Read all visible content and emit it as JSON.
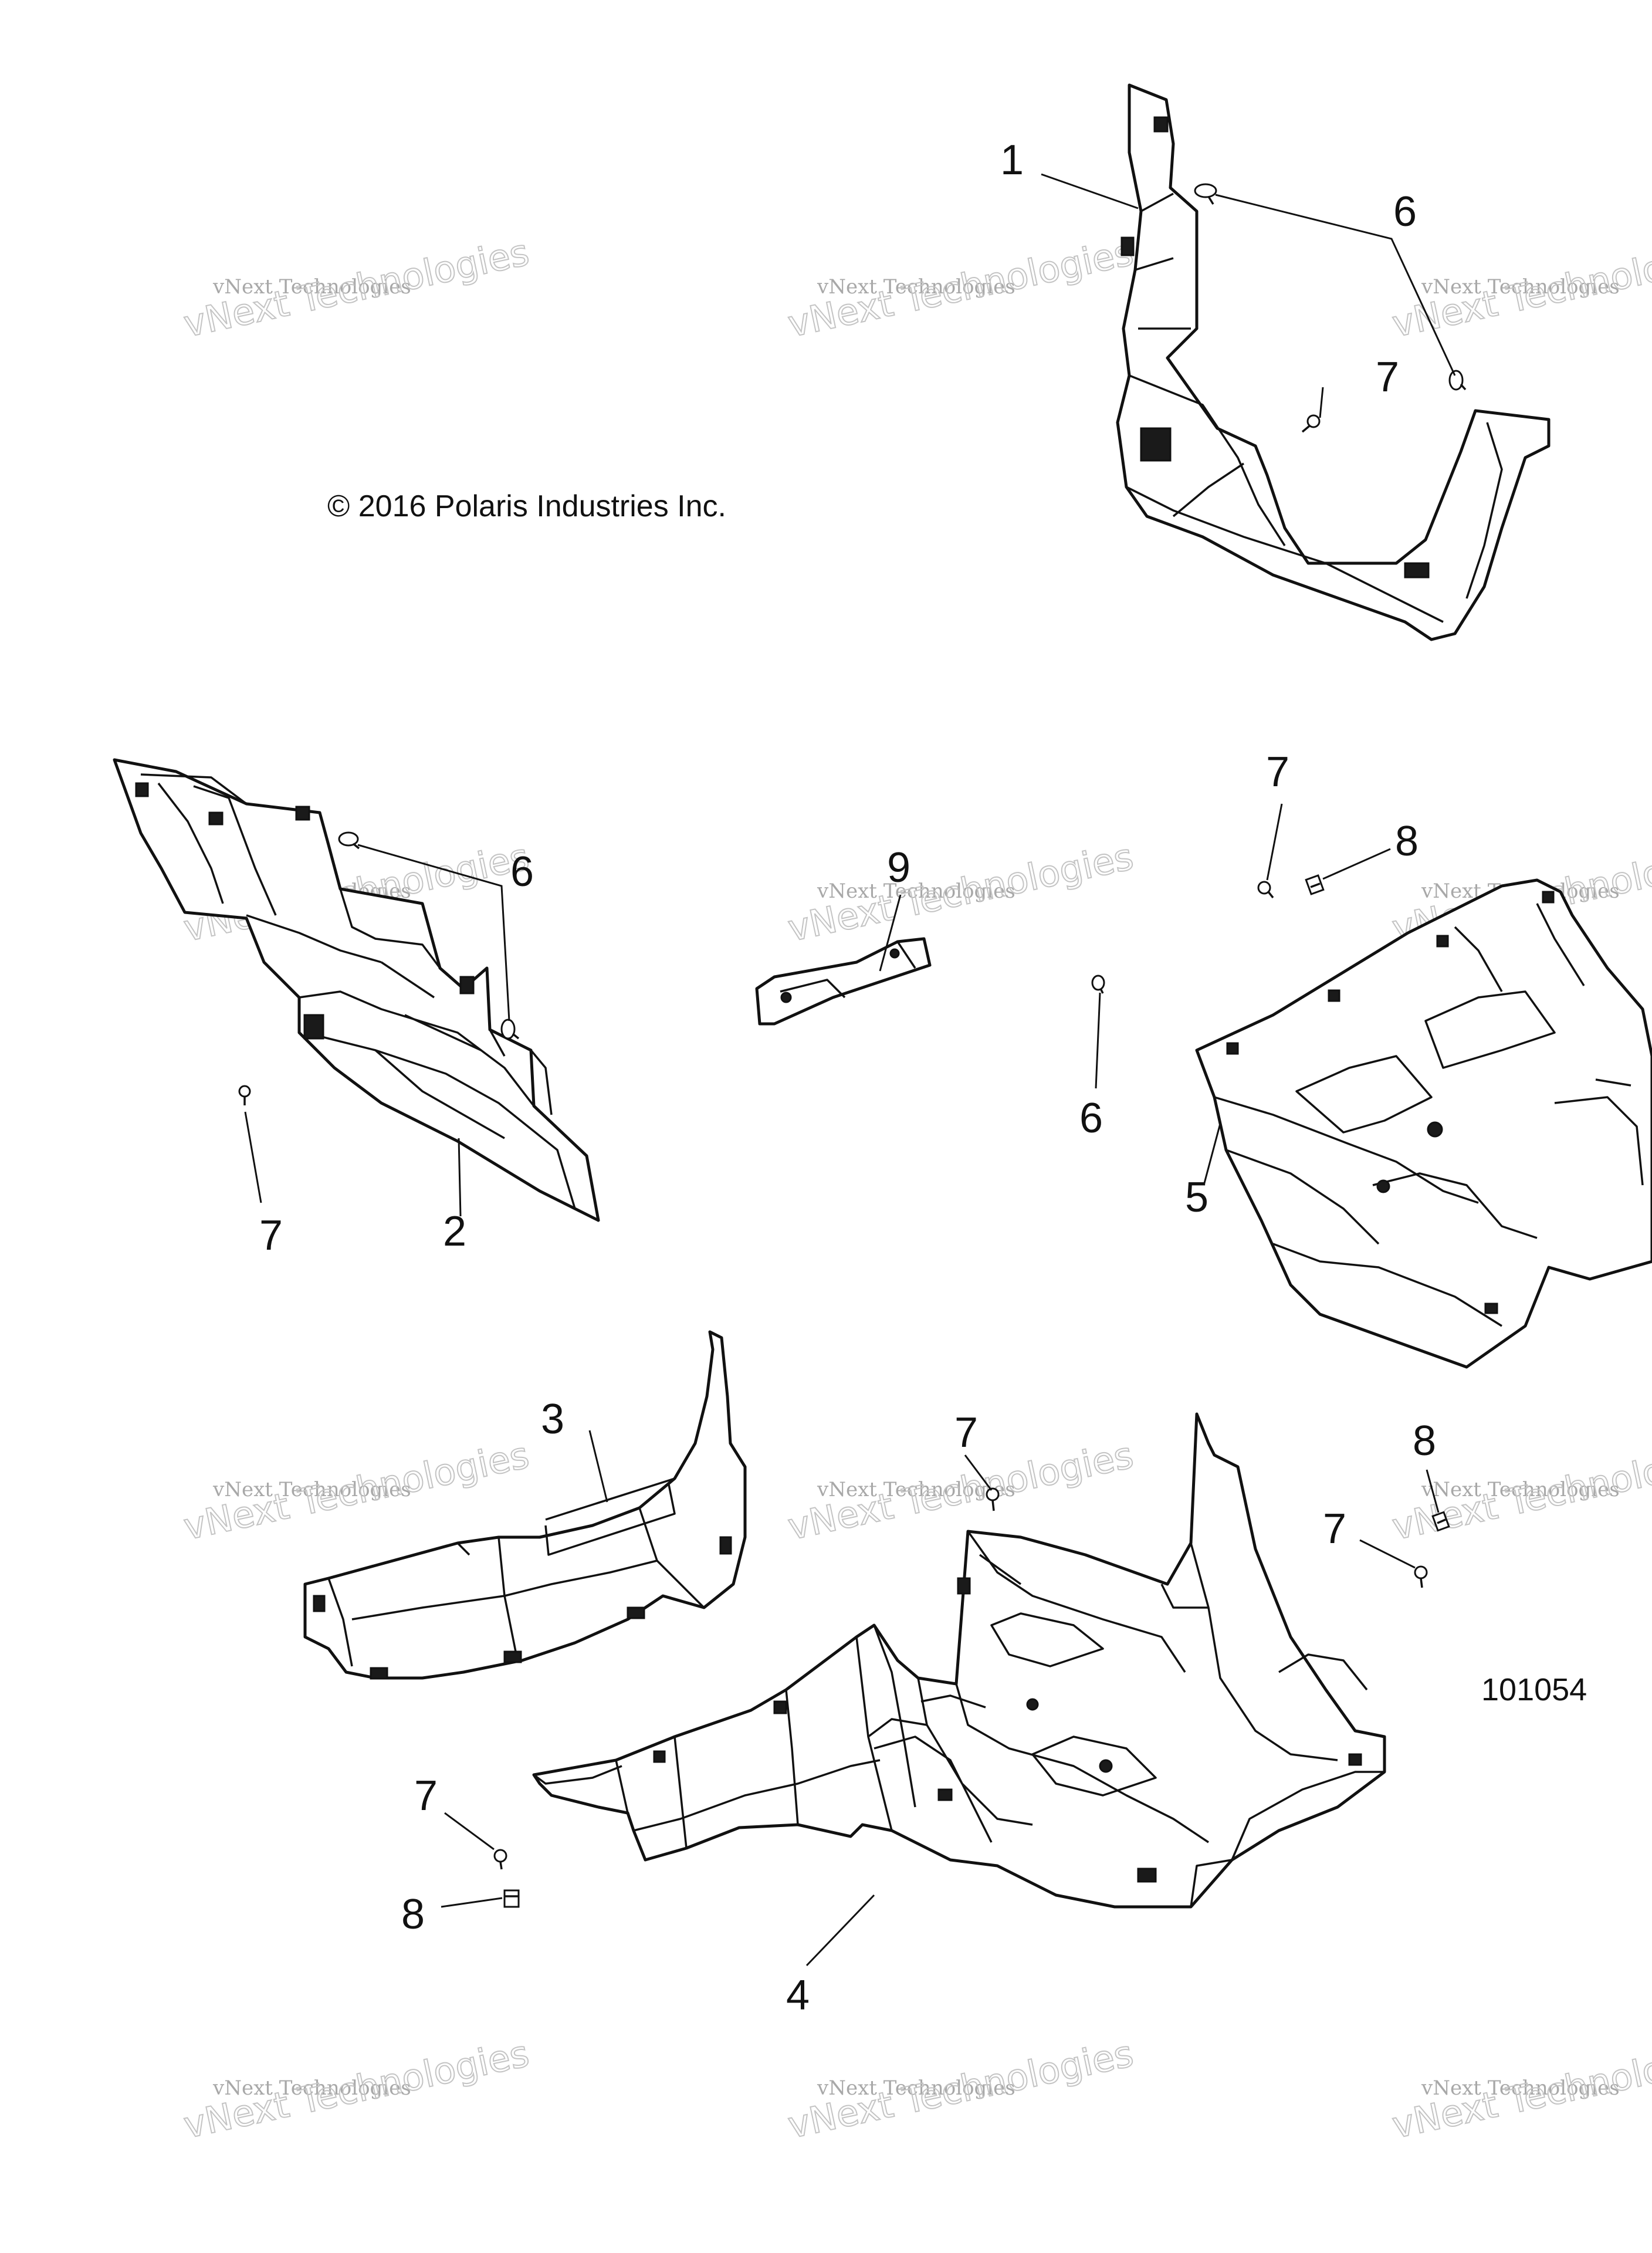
{
  "diagram": {
    "copyright": "© 2016 Polaris Industries Inc.",
    "figure_number": "101054",
    "watermark": {
      "line1": "vNext Technologies",
      "line2": "vNext Technologies"
    },
    "callouts": [
      "1",
      "2",
      "3",
      "4",
      "5",
      "6",
      "6",
      "6",
      "7",
      "7",
      "7",
      "7",
      "7",
      "7",
      "8",
      "8",
      "8",
      "9"
    ],
    "colors": {
      "line": "#111111",
      "watermark": "#a8a8a8",
      "background": "#ffffff"
    }
  }
}
